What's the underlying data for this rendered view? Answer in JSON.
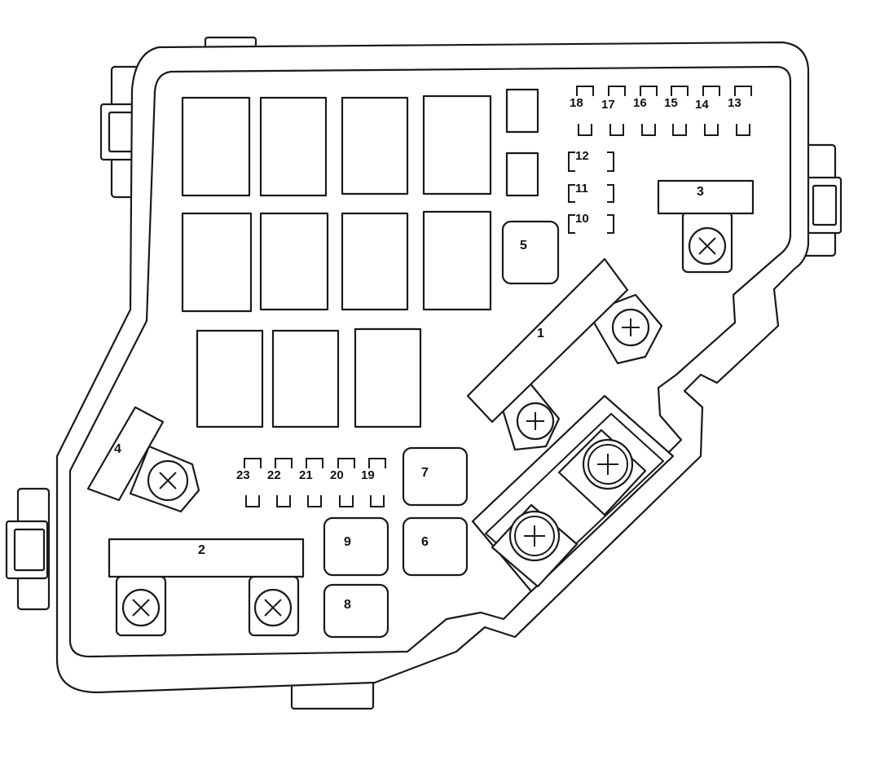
{
  "diagram": {
    "labels": {
      "l1": "1",
      "l2": "2",
      "l3": "3",
      "l4": "4",
      "l5": "5",
      "l6": "6",
      "l7": "7",
      "l8": "8",
      "l9": "9",
      "l10": "10",
      "l11": "11",
      "l12": "12",
      "l13": "13",
      "l14": "14",
      "l15": "15",
      "l16": "16",
      "l17": "17",
      "l18": "18",
      "l19": "19",
      "l20": "20",
      "l21": "21",
      "l22": "22",
      "l23": "23"
    }
  }
}
